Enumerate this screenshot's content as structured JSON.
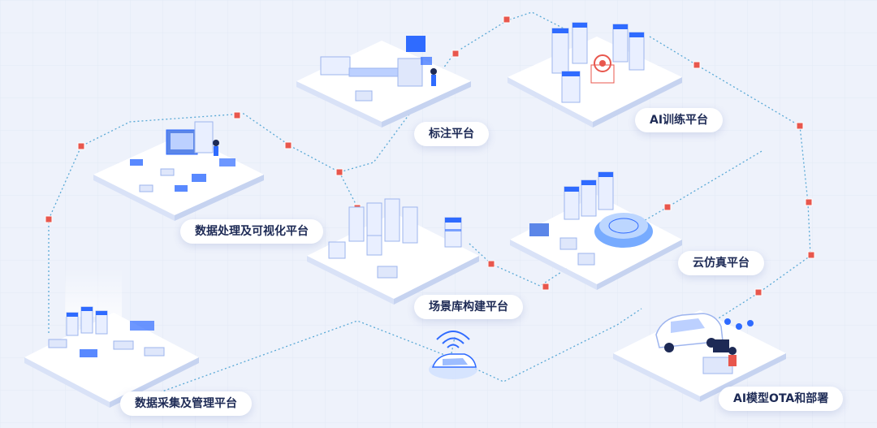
{
  "colors": {
    "background": "#eef2fb",
    "platform_top": "#ffffff",
    "platform_side": "#d9e2f7",
    "accent_blue": "#2f6bff",
    "connector_line": "#5aa9d6",
    "node_red": "#e8574d",
    "label_text": "#1d2a55"
  },
  "platforms": [
    {
      "id": "data-collection",
      "label": "数据采集及管理平台",
      "icon": "server-cluster-icon"
    },
    {
      "id": "data-processing",
      "label": "数据处理及可视化平台",
      "icon": "workstation-icon"
    },
    {
      "id": "annotation",
      "label": "标注平台",
      "icon": "annotator-icon"
    },
    {
      "id": "scene-library",
      "label": "场景库构建平台",
      "icon": "server-rack-icon"
    },
    {
      "id": "ai-training",
      "label": "AI训练平台",
      "icon": "ai-chip-icon"
    },
    {
      "id": "cloud-sim",
      "label": "云仿真平台",
      "icon": "simulation-dome-icon"
    },
    {
      "id": "ota",
      "label": "AI模型OTA和部署",
      "icon": "connected-car-icon"
    }
  ],
  "center_vehicle": {
    "icon": "wireless-car-icon"
  }
}
